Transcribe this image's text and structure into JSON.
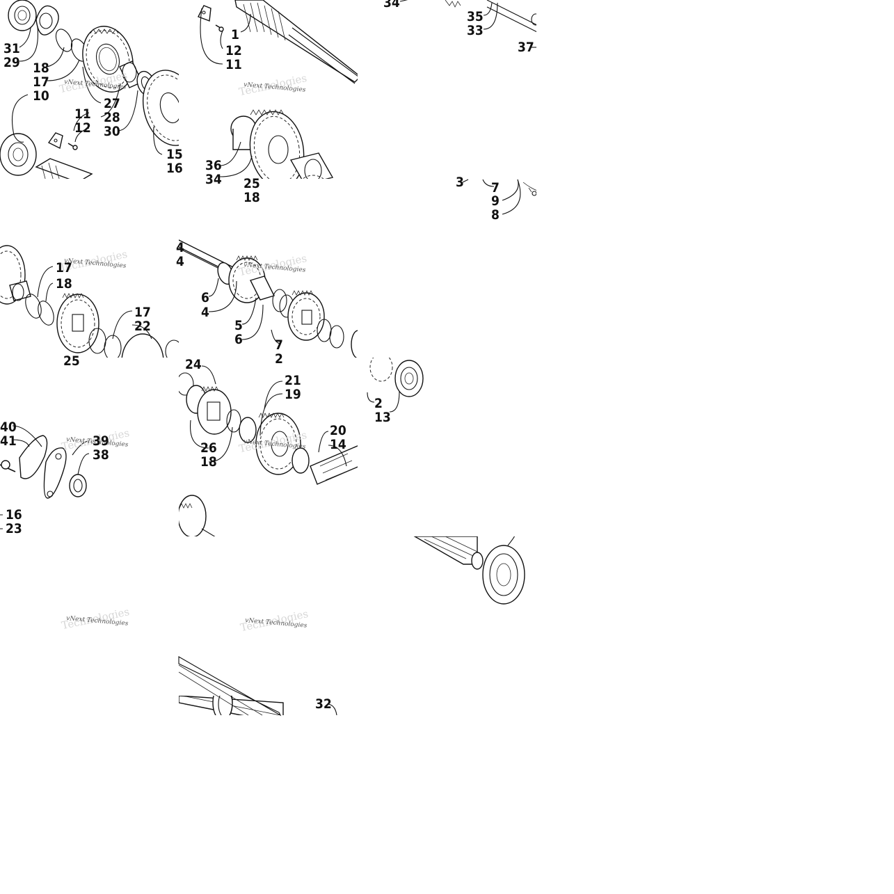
{
  "watermark": {
    "line1": "vNext Technologies",
    "line2": "Technologies"
  },
  "callouts": {
    "t1": [
      "31",
      "29",
      "18",
      "17",
      "10",
      "11",
      "12",
      "27",
      "28",
      "30",
      "15",
      "16"
    ],
    "t2": [
      "1",
      "12",
      "11",
      "36",
      "34",
      "25",
      "18"
    ],
    "t3": [
      "34",
      "35",
      "33",
      "37",
      "3",
      "7",
      "9",
      "8"
    ],
    "t4": [
      "17",
      "18",
      "17",
      "22",
      "25"
    ],
    "t5": [
      "4",
      "4",
      "6",
      "4",
      "5",
      "6",
      "7",
      "2"
    ],
    "t7": [
      "40",
      "41",
      "39",
      "38",
      "16",
      "23"
    ],
    "t8": [
      "24",
      "21",
      "19",
      "26",
      "18",
      "20",
      "14"
    ],
    "t9": [
      "2",
      "13"
    ],
    "t14": [
      "32"
    ]
  }
}
